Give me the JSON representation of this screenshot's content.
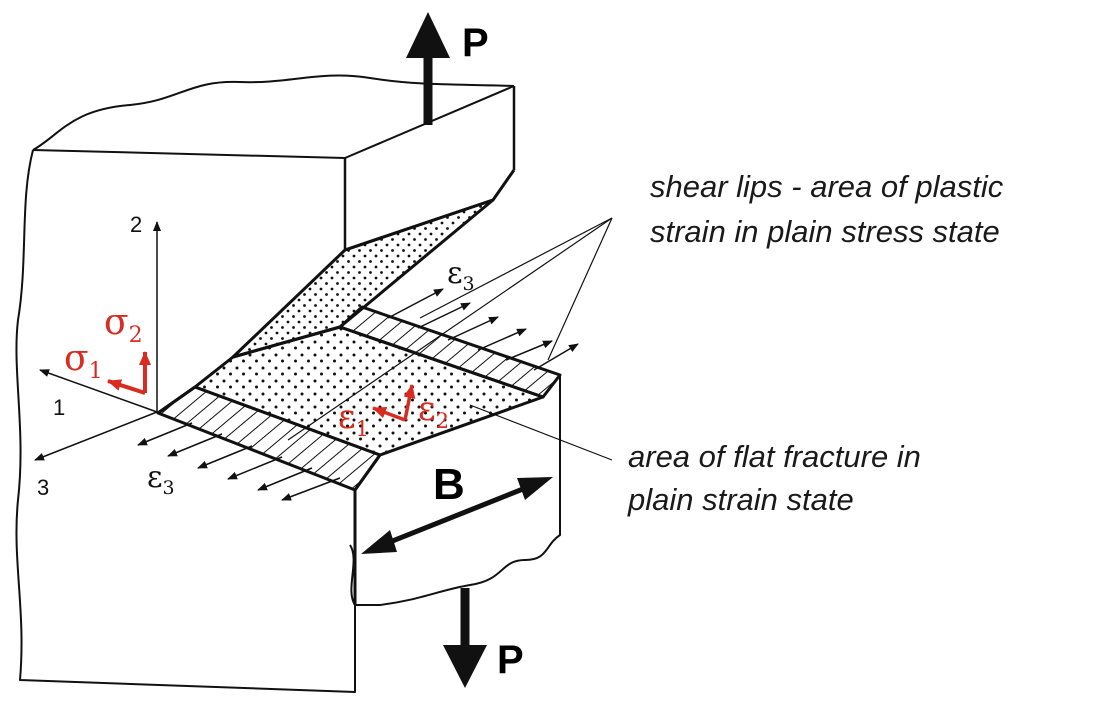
{
  "load_label": "P",
  "thickness_label": "B",
  "axes": {
    "x1": "1",
    "x2": "2",
    "x3": "3"
  },
  "stresses": {
    "sigma": "σ",
    "sub1": "1",
    "sub2": "2"
  },
  "strains": {
    "epsilon": "ε",
    "sub1": "1",
    "sub2": "2",
    "sub3": "3"
  },
  "annotations": {
    "shear_lips_line1": "shear lips - area of plastic",
    "shear_lips_line2": "strain in plain stress state",
    "flat_fracture_line1": "area of flat fracture in",
    "flat_fracture_line2": "plain strain state"
  },
  "colors": {
    "stress_arrow": "#d92b20",
    "outline": "#111111"
  }
}
